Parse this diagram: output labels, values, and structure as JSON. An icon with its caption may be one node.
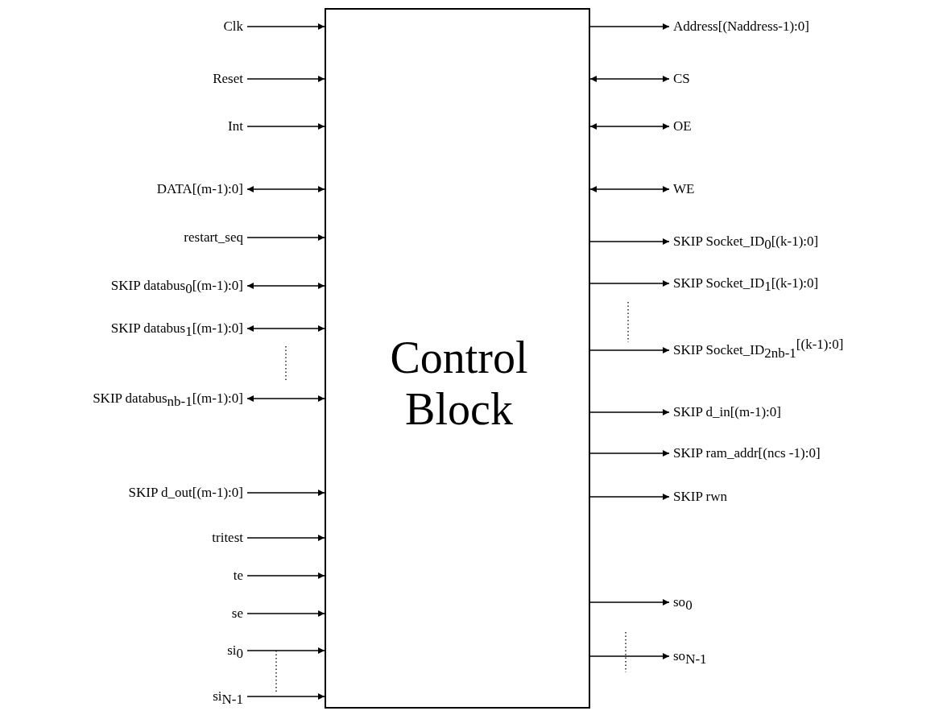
{
  "diagram": {
    "nodes": [
      {
        "text": [
          "Control Block"
        ]
      },
      {
        "text": [
          "Clk"
        ]
      },
      {
        "text": [
          "Reset"
        ]
      },
      {
        "text": [
          "Int"
        ]
      },
      {
        "text": [
          "DATA[(m-1):0]"
        ]
      },
      {
        "text": [
          "restart_seq"
        ]
      },
      {
        "text": [
          "SKIP databus$_{0}$[(m-1):0]"
        ]
      },
      {
        "text": [
          "SKIP databus$_{1}$[(m-1):0]"
        ]
      },
      {
        "text": [
          "SKIP databus$_{nb-1}$[(m-1):0]"
        ]
      },
      {
        "text": [
          "SKIP d_out[(m-1):0]"
        ]
      },
      {
        "text": [
          "tritest"
        ]
      },
      {
        "text": [
          "te"
        ]
      },
      {
        "text": [
          "se"
        ]
      },
      {
        "text": [
          "si$_{0}$"
        ]
      },
      {
        "text": [
          "si$_{N-1}$"
        ]
      },
      {
        "text": [
          "Address[(Naddress-1):0]"
        ]
      },
      {
        "text": [
          "CS"
        ]
      },
      {
        "text": [
          "OE"
        ]
      },
      {
        "text": [
          "WE"
        ]
      },
      {
        "text": [
          "SKIP Socket_ID$_{0}$[(k-1):0]"
        ]
      },
      {
        "text": [
          "SKIP Socket_ID$_{1}$[(k-1):0]"
        ]
      },
      {
        "text": [
          "SKIP Socket_ID$_{2nb-1}$$^{[(k-1):0]}$"
        ]
      },
      {
        "text": [
          "SKIP d_in[(m-1):0]"
        ]
      },
      {
        "text": [
          "SKIP ram_addr[(ncs -1):0]"
        ]
      },
      {
        "text": [
          "SKIP rwn"
        ]
      },
      {
        "text": [
          "so$_{0}$"
        ]
      },
      {
        "text": [
          "so$_{N-1}$"
        ]
      }
    ],
    "edges": [
      {
        "from": 1,
        "to": 0,
        "arrow": "to"
      },
      {
        "from": 2,
        "to": 0,
        "arrow": "to"
      },
      {
        "from": 3,
        "to": 0,
        "arrow": "to"
      },
      {
        "from": 4,
        "to": 0,
        "arrow": "both"
      },
      {
        "from": 5,
        "to": 0,
        "arrow": "to"
      },
      {
        "from": 6,
        "to": 0,
        "arrow": "both"
      },
      {
        "from": 7,
        "to": 0,
        "arrow": "both"
      },
      {
        "from": 8,
        "to": 0,
        "arrow": "both"
      },
      {
        "from": 9,
        "to": 0,
        "arrow": "to"
      },
      {
        "from": 10,
        "to": 0,
        "arrow": "to"
      },
      {
        "from": 11,
        "to": 0,
        "arrow": "to"
      },
      {
        "from": 12,
        "to": 0,
        "arrow": "to"
      },
      {
        "from": 13,
        "to": 0,
        "arrow": "to"
      },
      {
        "from": 14,
        "to": 0,
        "arrow": "to"
      },
      {
        "from": 0,
        "to": 15,
        "arrow": "to"
      },
      {
        "from": 0,
        "to": 16,
        "arrow": "both"
      },
      {
        "from": 0,
        "to": 17,
        "arrow": "both"
      },
      {
        "from": 0,
        "to": 18,
        "arrow": "both"
      },
      {
        "from": 0,
        "to": 19,
        "arrow": "to"
      },
      {
        "from": 0,
        "to": 20,
        "arrow": "to"
      },
      {
        "from": 0,
        "to": 21,
        "arrow": "to"
      },
      {
        "from": 0,
        "to": 22,
        "arrow": "to"
      },
      {
        "from": 0,
        "to": 23,
        "arrow": "to"
      },
      {
        "from": 0,
        "to": 24,
        "arrow": "to"
      },
      {
        "from": 0,
        "to": 25,
        "arrow": "to"
      },
      {
        "from": 0,
        "to": 26,
        "arrow": "to"
      }
    ]
  }
}
